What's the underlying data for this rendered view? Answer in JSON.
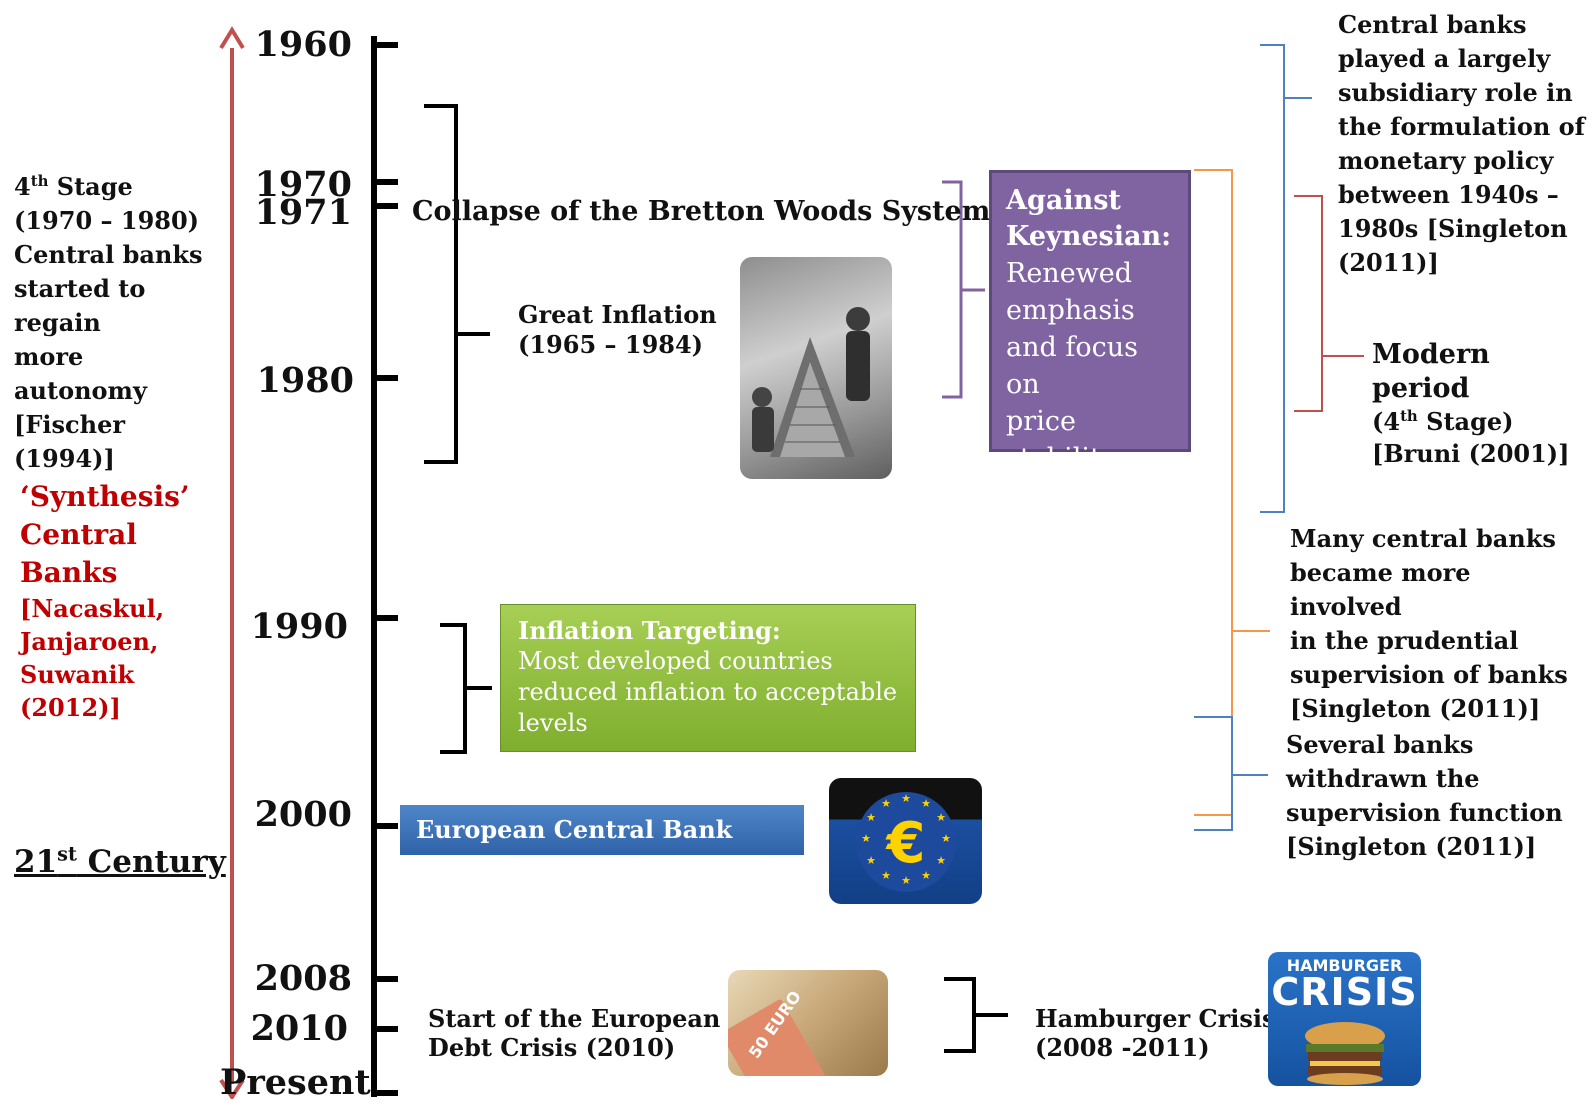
{
  "years": {
    "y1960": "1960",
    "y1970": "1970",
    "y1971": "1971",
    "y1980": "1980",
    "y1990": "1990",
    "y2000": "2000",
    "y2008": "2008",
    "y2010": "2010",
    "present": "Present"
  },
  "left": {
    "stage4_sup_prefix": "4",
    "stage4_sup": "th",
    "stage4_rest": " Stage",
    "stage4_lines": [
      "(1970 – 1980)",
      "Central banks",
      "started to regain",
      "more autonomy",
      "[Fischer (1994)]"
    ],
    "synthesis_title_lines": [
      "‘Synthesis’",
      "Central Banks"
    ],
    "synthesis_ref_lines": [
      "[Nacaskul,",
      "Janjaroen,",
      "Suwanik (2012)]"
    ],
    "century_prefix": "21",
    "century_sup": "st",
    "century_rest": " Century"
  },
  "events": {
    "bretton_woods": "Collapse of the Bretton Woods System",
    "great_inflation_lines": [
      "Great Inflation",
      "(1965 – 1984)"
    ],
    "against_title_lines": [
      "Against",
      "Keynesian:"
    ],
    "against_body_lines": [
      "Renewed",
      "emphasis",
      "and focus on",
      "price",
      "stability"
    ],
    "inflation_targeting_title": "Inflation Targeting:",
    "inflation_targeting_lines": [
      "Most developed countries",
      "reduced inflation to acceptable",
      "levels"
    ],
    "ecb": "European Central Bank (ECB)",
    "debt_crisis_lines": [
      "Start of the European",
      "Debt Crisis (2010)"
    ],
    "hamburger_crisis_lines": [
      "Hamburger Crisis",
      "(2008 -2011)"
    ]
  },
  "right": {
    "subsidiary_lines": [
      "Central banks",
      "played a largely",
      "subsidiary role in",
      "the formulation of",
      "monetary policy",
      "between 1940s –",
      "1980s [Singleton",
      "(2011)]"
    ],
    "modern_title": "Modern period",
    "modern_sup_prefix": "(4",
    "modern_sup": "th",
    "modern_rest": " Stage)",
    "modern_ref": "[Bruni (2001)]",
    "prudential_lines": [
      "Many central banks",
      "became more involved",
      "in the prudential",
      "supervision of banks",
      "[Singleton (2011)]"
    ],
    "withdrawn_lines": [
      "Several banks",
      "withdrawn the",
      "supervision function",
      "[Singleton (2011)]"
    ]
  },
  "logos": {
    "hamburger_top": "HAMBURGER",
    "hamburger_bottom": "CRISIS",
    "banknote_label": "50 EURO"
  },
  "colors": {
    "arrow": "#c0504d",
    "synthesis": "#c00000",
    "purple_box": "#8064a2",
    "green_box": "#8fbc3a",
    "ecb_box": "#3a70b8",
    "blue_bracket": "#4f81bd",
    "red_bracket": "#c0504d",
    "orange_bracket": "#f79646",
    "purple_bracket": "#8064a2"
  }
}
